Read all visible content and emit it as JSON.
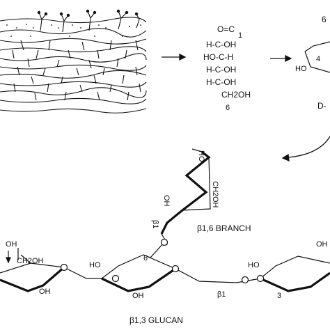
{
  "glucose_open_chain": {
    "top": "O=C",
    "c1": "1",
    "rows": [
      "H-C-OH",
      "HO-C-H",
      "H-C-OH",
      "H-C-OH"
    ],
    "bottom": "CH2OH",
    "c6": "6"
  },
  "cut_off_structure": {
    "corner_label": "6",
    "ring_label_4": "4",
    "ho_label": "HO",
    "caption_fragment": "D-"
  },
  "branch": {
    "oh_top": "HO",
    "ch2oh": "CH2OH",
    "oh_mid": "OH",
    "link_label": "β1",
    "caption": "β1,6 BRANCH"
  },
  "glucan": {
    "oh_left_top": "OH",
    "ch2oh_left": "CH2OH",
    "oh_left_bottom": "OH",
    "ho_ring2": "HO",
    "label_6": "6",
    "oh_ring2": "OH",
    "beta1": "β1",
    "ho_ring3": "HO",
    "label_3": "3",
    "oh_right": "OH",
    "caption": "β1,3 GLUCAN"
  },
  "colors": {
    "ink": "#111111",
    "background": "#ffffff"
  }
}
